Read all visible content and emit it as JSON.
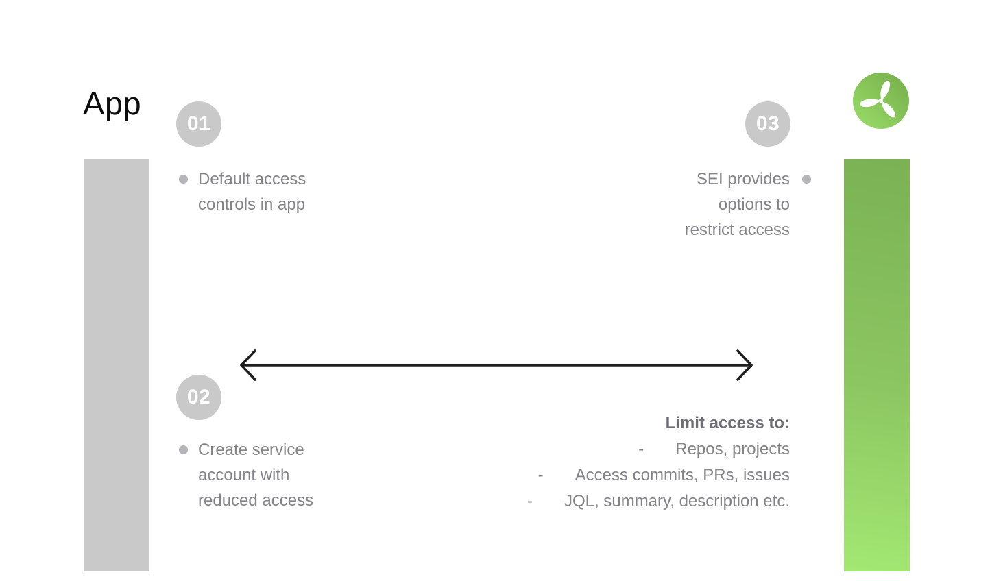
{
  "title": "App",
  "steps": {
    "one": {
      "number": "01",
      "lines": [
        "Default access",
        "controls in app"
      ]
    },
    "two": {
      "number": "02",
      "lines": [
        "Create service",
        "account with",
        "reduced access"
      ]
    },
    "three": {
      "number": "03",
      "lines": [
        "SEI provides",
        "options to",
        "restrict access"
      ]
    }
  },
  "limit": {
    "heading": "Limit access to:",
    "dash": "-",
    "items": [
      "Repos, projects",
      "Access commits, PRs, issues",
      "JQL, summary, description etc."
    ]
  },
  "logo": {
    "name": "propeller-logo"
  },
  "colors": {
    "bar_gray": "#c9c9c9",
    "badge_gray": "#c9c9c9",
    "text_gray": "#83838a",
    "heading_gray": "#6d6d75",
    "bullet_gray": "#b5b5b9",
    "arrow_black": "#1e1e1e",
    "green_top": "#7ab254",
    "green_bottom": "#a3e873",
    "logo_green_dark": "#74ab48",
    "logo_green_light": "#98dd69"
  }
}
